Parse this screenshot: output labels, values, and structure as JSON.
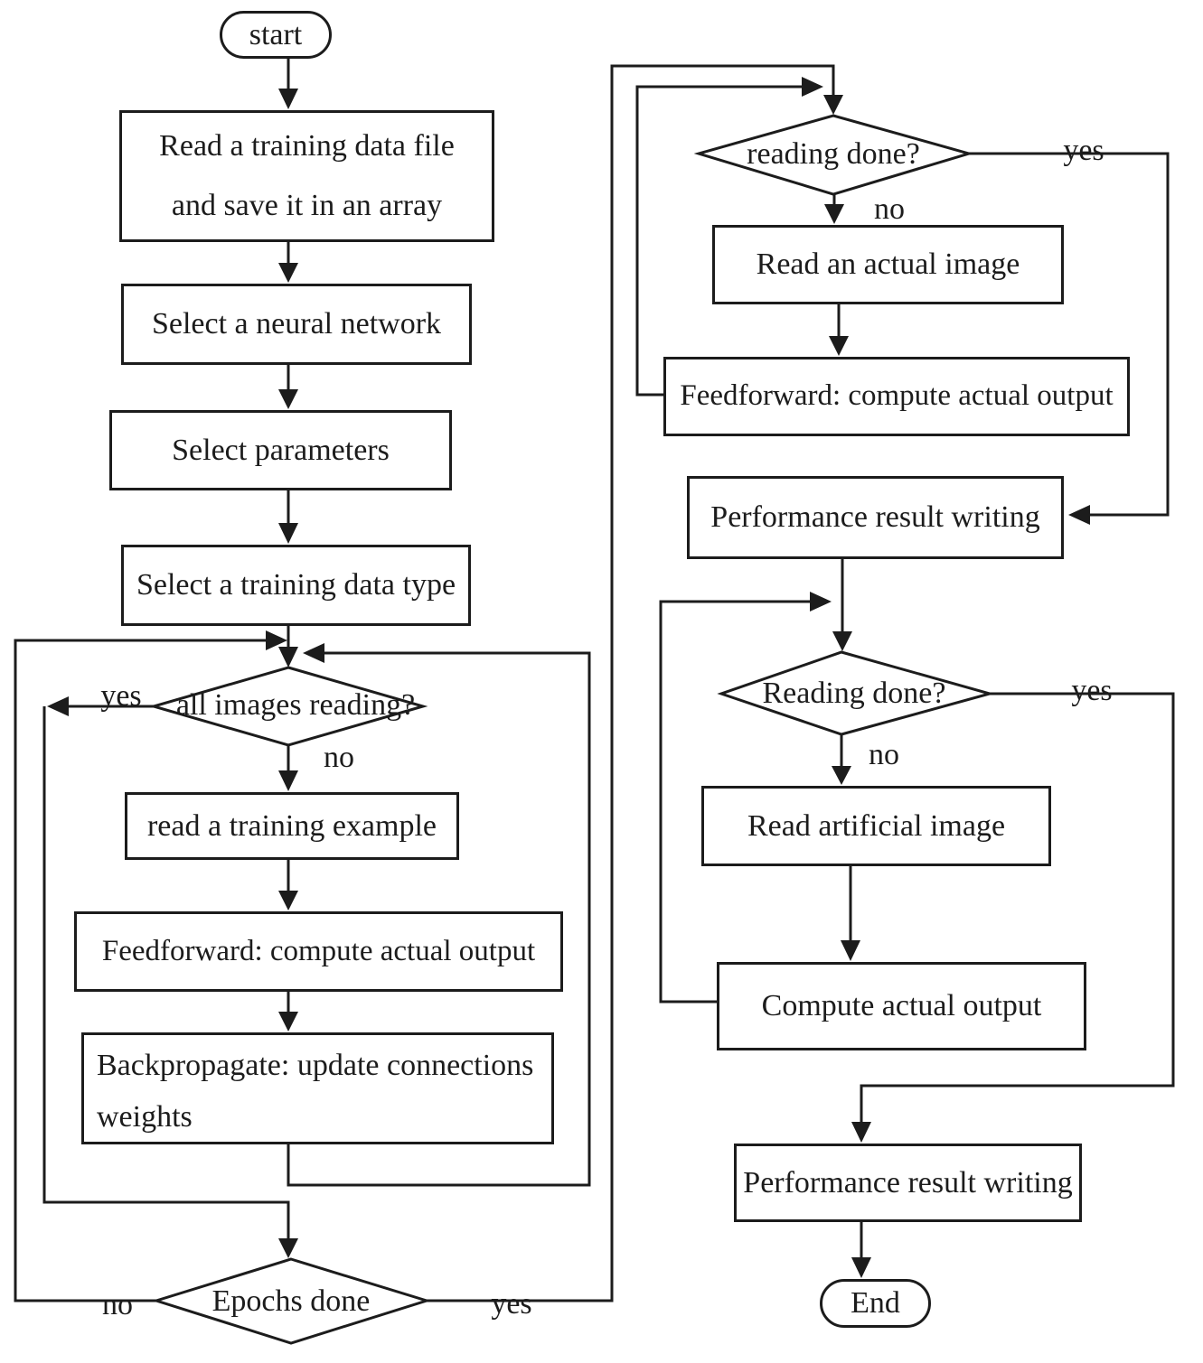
{
  "title": "Neural network training and testing flowchart",
  "colors": {
    "ink": "#1c1c1c",
    "background": "#ffffff"
  },
  "flowchart": {
    "nodes": {
      "start": {
        "type": "terminator",
        "label": "start"
      },
      "read_file": {
        "type": "process",
        "lines": [
          "Read a training data file",
          "and save it in an array"
        ]
      },
      "select_network": {
        "type": "process",
        "label": "Select a neural network"
      },
      "select_params": {
        "type": "process",
        "label": "Select parameters"
      },
      "select_type": {
        "type": "process",
        "label": "Select a training data type"
      },
      "all_images": {
        "type": "decision",
        "label": "all images reading?"
      },
      "read_example": {
        "type": "process",
        "label": "read a training example"
      },
      "feedforward_train": {
        "type": "process",
        "label": "Feedforward: compute actual output"
      },
      "backprop": {
        "type": "process",
        "lines": [
          "Backpropagate: update connections",
          "weights"
        ]
      },
      "epochs_done": {
        "type": "decision",
        "label": "Epochs done"
      },
      "reading_done_1": {
        "type": "decision",
        "label": "reading done?"
      },
      "read_actual": {
        "type": "process",
        "label": "Read an actual image"
      },
      "feedforward_test": {
        "type": "process",
        "label": "Feedforward: compute actual output"
      },
      "perf_write_1": {
        "type": "process",
        "label": "Performance result writing"
      },
      "reading_done_2": {
        "type": "decision",
        "label": "Reading done?"
      },
      "read_artificial": {
        "type": "process",
        "label": "Read artificial image"
      },
      "compute_output": {
        "type": "process",
        "label": "Compute actual output"
      },
      "perf_write_2": {
        "type": "process",
        "label": "Performance result writing"
      },
      "end": {
        "type": "terminator",
        "label": "End"
      }
    },
    "edge_labels": {
      "all_images_yes": "yes",
      "all_images_no": "no",
      "epochs_no": "no",
      "epochs_yes": "yes",
      "reading1_yes": "yes",
      "reading1_no": "no",
      "reading2_yes": "yes",
      "reading2_no": "no"
    }
  }
}
